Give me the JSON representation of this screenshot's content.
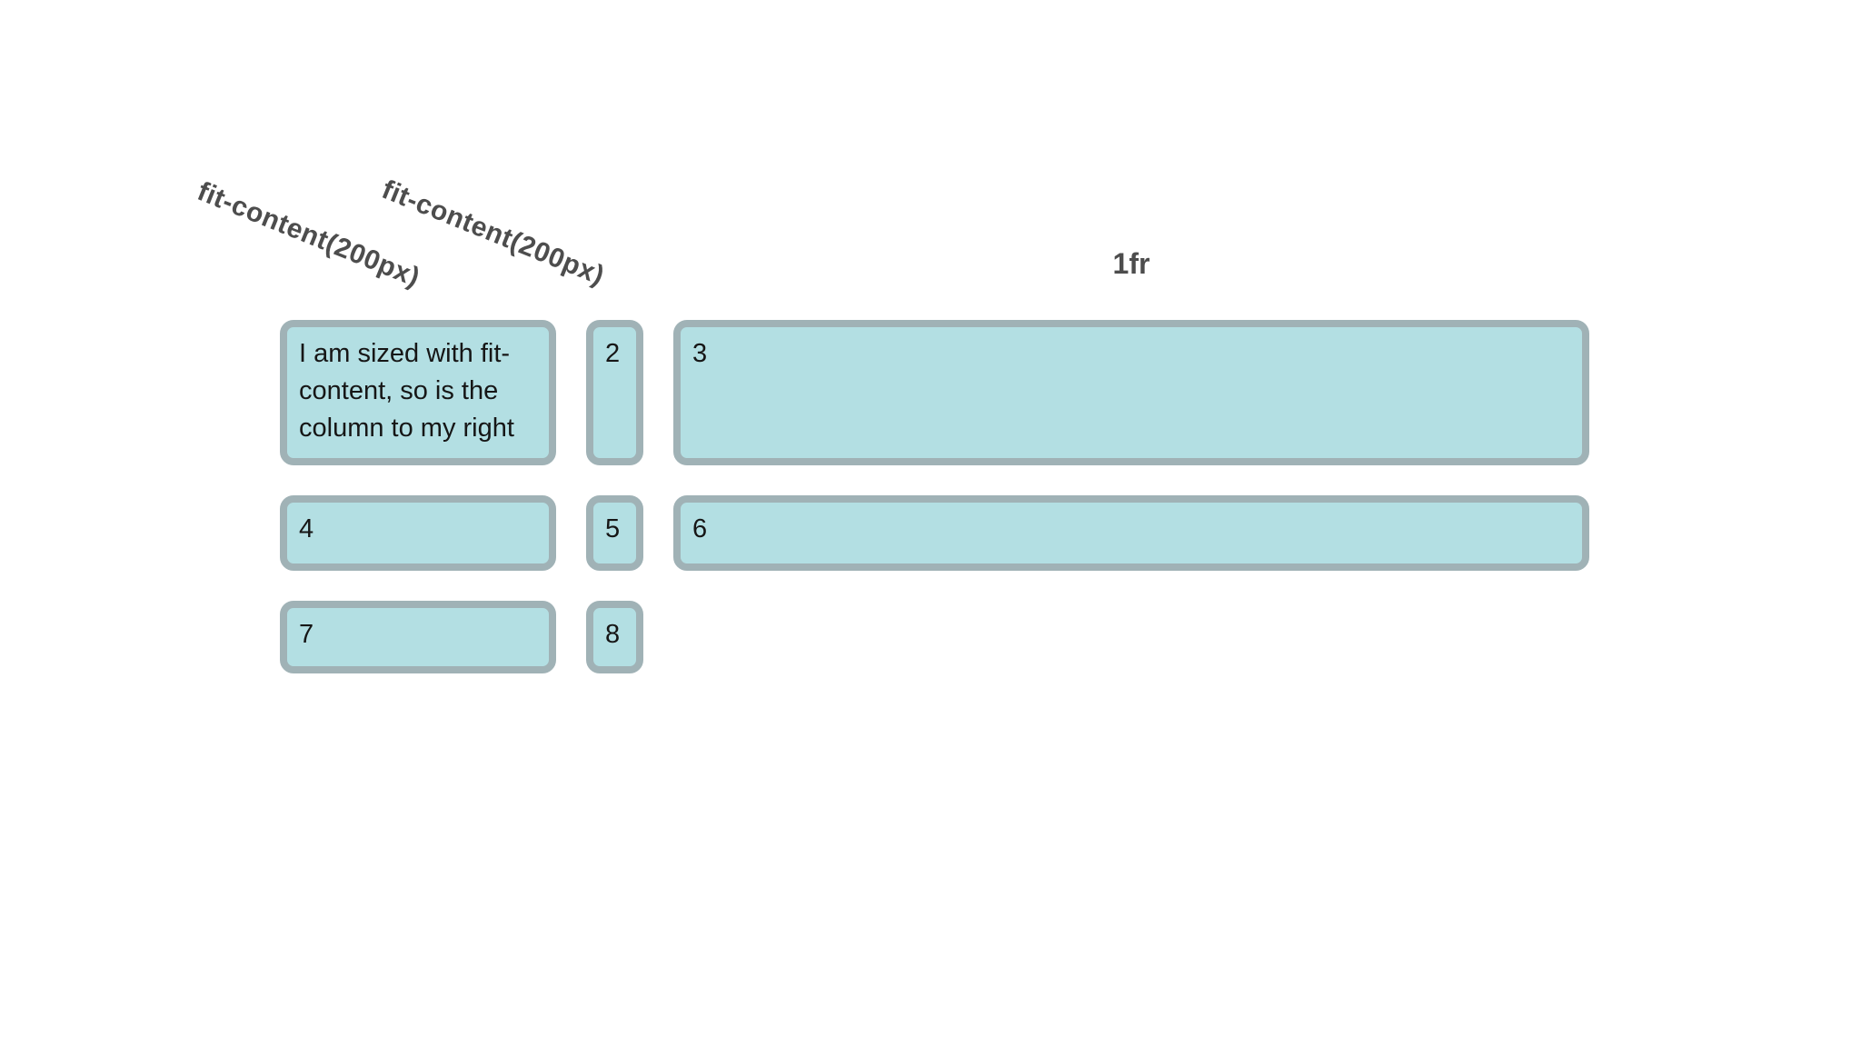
{
  "diagram": {
    "title_context": "CSS grid fit-content demo",
    "column_labels": {
      "fit_content_1": "fit-content(200px)",
      "fit_content_2": "fit-content(200px)",
      "fr": "1fr"
    },
    "cells": [
      "I am sized with fit-content, so is the column to my right",
      "2",
      "3",
      "4",
      "5",
      "6",
      "7",
      "8"
    ],
    "colors": {
      "background": "#ffffff",
      "cell_fill": "#b3dfe3",
      "cell_border": "#a0b2b6",
      "cell_text": "#161616",
      "label_text": "#4d4d4d"
    }
  }
}
